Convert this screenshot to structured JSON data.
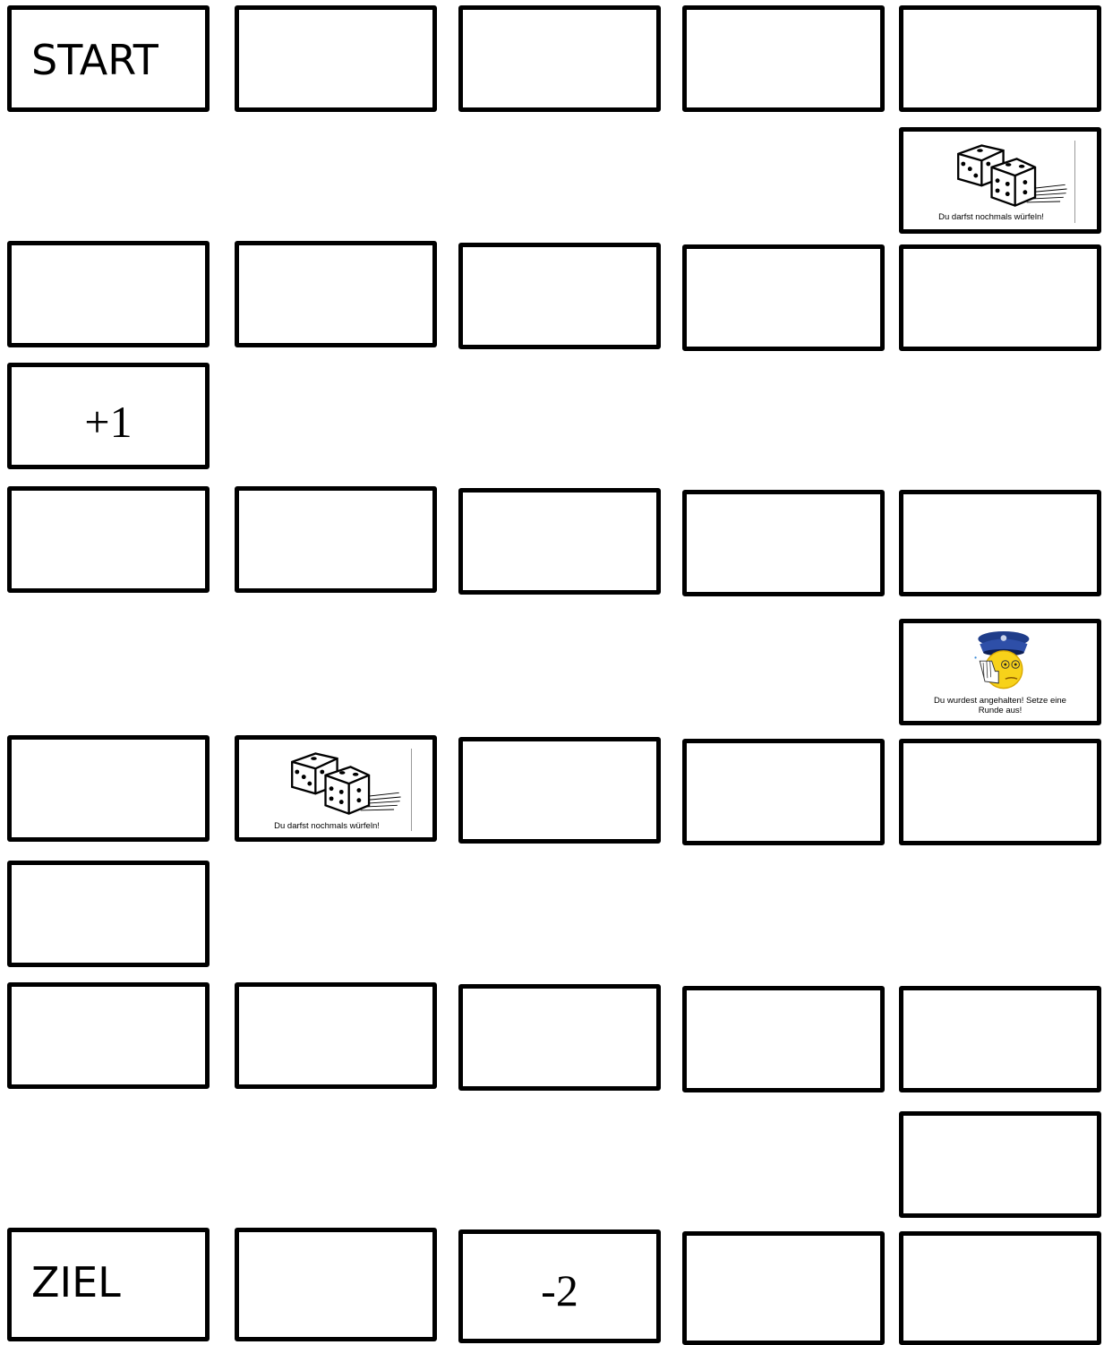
{
  "board": {
    "start": "START",
    "ziel": "ZIEL",
    "plus_one": "+1",
    "minus_two": "-2"
  },
  "cards": {
    "dice_text": "Du darfst nochmals würfeln!",
    "police_text": "Du wurdest angehalten! Setze eine Runde aus!"
  },
  "icons": [
    "dice-icon",
    "police-icon"
  ]
}
